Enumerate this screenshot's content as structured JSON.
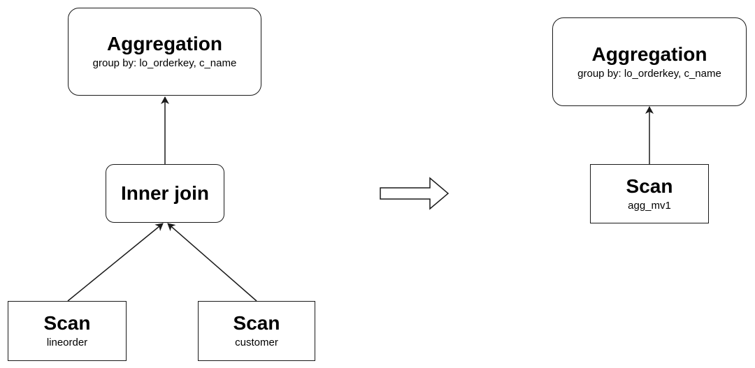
{
  "before": {
    "aggregation": {
      "title": "Aggregation",
      "subtitle": "group by: lo_orderkey, c_name"
    },
    "join": {
      "title": "Inner join"
    },
    "scan_left": {
      "title": "Scan",
      "subtitle": "lineorder"
    },
    "scan_right": {
      "title": "Scan",
      "subtitle": "customer"
    }
  },
  "after": {
    "aggregation": {
      "title": "Aggregation",
      "subtitle": "group by: lo_orderkey, c_name"
    },
    "scan": {
      "title": "Scan",
      "subtitle": "agg_mv1"
    }
  },
  "colors": {
    "stroke": "#1a1a1a",
    "fill": "#ffffff",
    "text": "#000000"
  }
}
